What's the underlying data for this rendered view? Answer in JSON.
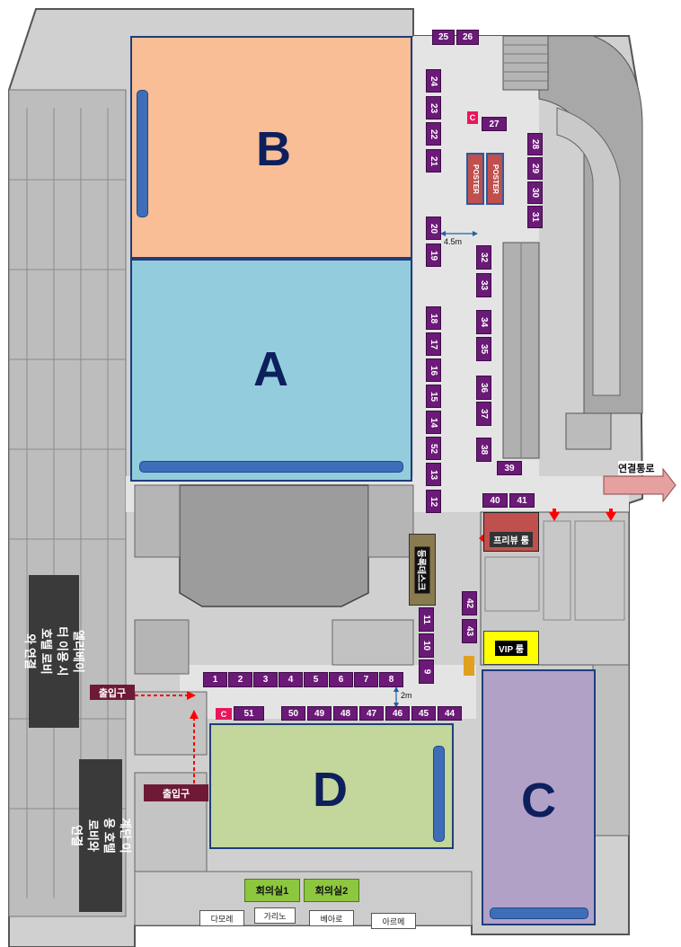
{
  "halls": {
    "a": {
      "label": "A",
      "color": "#93cddd"
    },
    "b": {
      "label": "B",
      "color": "#f9be95"
    },
    "c": {
      "label": "C",
      "color": "#b2a1c7"
    },
    "d": {
      "label": "D",
      "color": "#c3d69b"
    }
  },
  "booths_top": [
    "25",
    "26"
  ],
  "booths_left_col": [
    "24",
    "23",
    "22",
    "21",
    "20",
    "19",
    "18",
    "17",
    "16",
    "15",
    "14",
    "52",
    "13",
    "12"
  ],
  "booths_right_upper": [
    "27",
    "28",
    "29",
    "30",
    "31"
  ],
  "booths_right_col": [
    "32",
    "33",
    "34",
    "35",
    "36",
    "37",
    "38"
  ],
  "booth_39": "39",
  "booths_40_41": [
    "40",
    "41"
  ],
  "booths_42_43": [
    "42",
    "43"
  ],
  "booths_lower_vertical": [
    "11",
    "10",
    "9"
  ],
  "booths_row_1_8": [
    "1",
    "2",
    "3",
    "4",
    "5",
    "6",
    "7",
    "8"
  ],
  "booth_51": "51",
  "booths_row_50_44": [
    "50",
    "49",
    "48",
    "47",
    "46",
    "45",
    "44"
  ],
  "poster_labels": [
    "POSTER",
    "POSTER"
  ],
  "c_marker": "C",
  "labels": {
    "width_45": "4.5m",
    "width_2": "2m",
    "connection": "연결통로",
    "preview_room": "프리뷰 룸",
    "vip_room": "VIP 룸",
    "registration": "등록데스크",
    "entrance": "출입구",
    "elevator_note": "엘리베이터 이용 시 호텔 로비와 연결",
    "stairs_note": "계단 이용 호텔 로비와 연결"
  },
  "rooms": {
    "meeting1": "회의실1",
    "meeting2": "회의실2",
    "damore": "다모레",
    "carino": "가리노",
    "beaaro": "베아로",
    "arkeme": "아르메"
  },
  "colors": {
    "booth": "#6b1a78",
    "arrow": "#ff0000",
    "marker": "#e8175d",
    "entrance": "#6e1a36"
  }
}
